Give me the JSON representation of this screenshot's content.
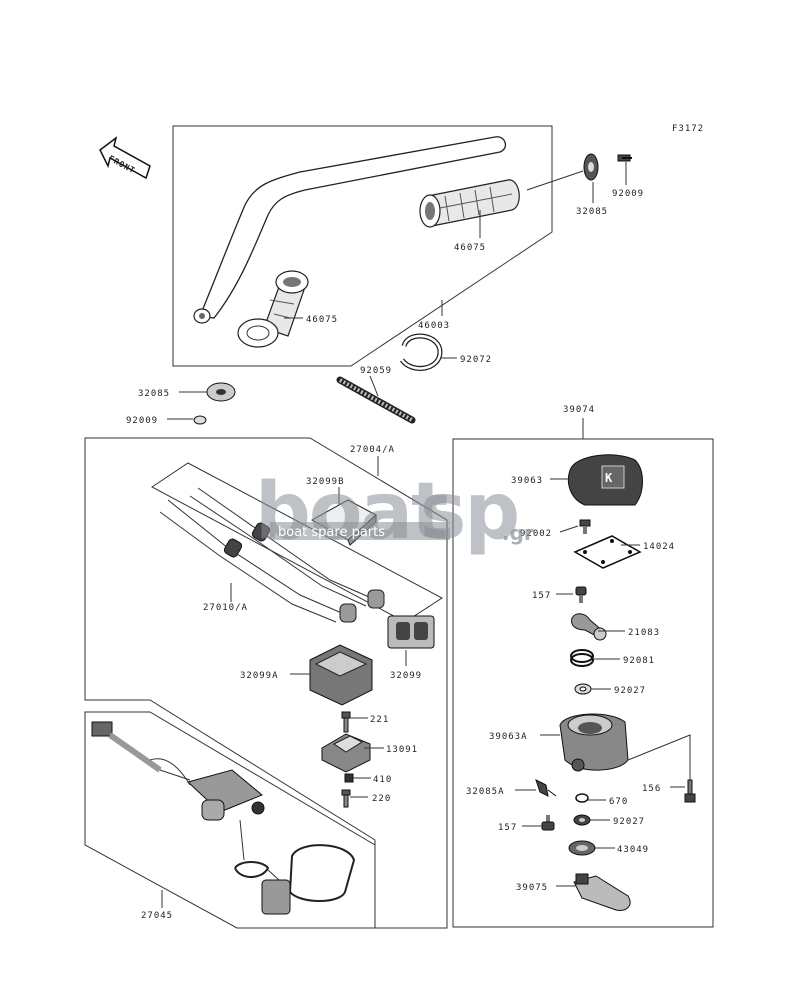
{
  "figure_code": "F3172",
  "front_label": "FRONT",
  "watermark": {
    "brand_a": "boat",
    "brand_b": "sp",
    "tld": ".gr",
    "tagline": "boat spare parts"
  },
  "parts": [
    {
      "key": "p92009a",
      "number": "92009"
    },
    {
      "key": "p32085a",
      "number": "32085"
    },
    {
      "key": "p46075a",
      "number": "46075"
    },
    {
      "key": "p46075b",
      "number": "46075"
    },
    {
      "key": "p46003",
      "number": "46003"
    },
    {
      "key": "p92072",
      "number": "92072"
    },
    {
      "key": "p92059",
      "number": "92059"
    },
    {
      "key": "p32085b",
      "number": "32085"
    },
    {
      "key": "p92009b",
      "number": "92009"
    },
    {
      "key": "p39074",
      "number": "39074"
    },
    {
      "key": "p27004",
      "number": "27004/A"
    },
    {
      "key": "p32099b",
      "number": "32099B"
    },
    {
      "key": "p39063",
      "number": "39063"
    },
    {
      "key": "p92002",
      "number": "92002"
    },
    {
      "key": "p14024",
      "number": "14024"
    },
    {
      "key": "p27010",
      "number": "27010/A"
    },
    {
      "key": "p157a",
      "number": "157"
    },
    {
      "key": "p21083",
      "number": "21083"
    },
    {
      "key": "p32099",
      "number": "32099"
    },
    {
      "key": "p92081",
      "number": "92081"
    },
    {
      "key": "p32099a",
      "number": "32099A"
    },
    {
      "key": "p92027a",
      "number": "92027"
    },
    {
      "key": "p221",
      "number": "221"
    },
    {
      "key": "p39063a",
      "number": "39063A"
    },
    {
      "key": "p13091",
      "number": "13091"
    },
    {
      "key": "p410",
      "number": "410"
    },
    {
      "key": "p156",
      "number": "156"
    },
    {
      "key": "p220",
      "number": "220"
    },
    {
      "key": "p32085c",
      "number": "32085A"
    },
    {
      "key": "p670",
      "number": "670"
    },
    {
      "key": "p157b",
      "number": "157"
    },
    {
      "key": "p92027b",
      "number": "92027"
    },
    {
      "key": "p43049",
      "number": "43049"
    },
    {
      "key": "p39075",
      "number": "39075"
    },
    {
      "key": "p27045",
      "number": "27045"
    }
  ]
}
